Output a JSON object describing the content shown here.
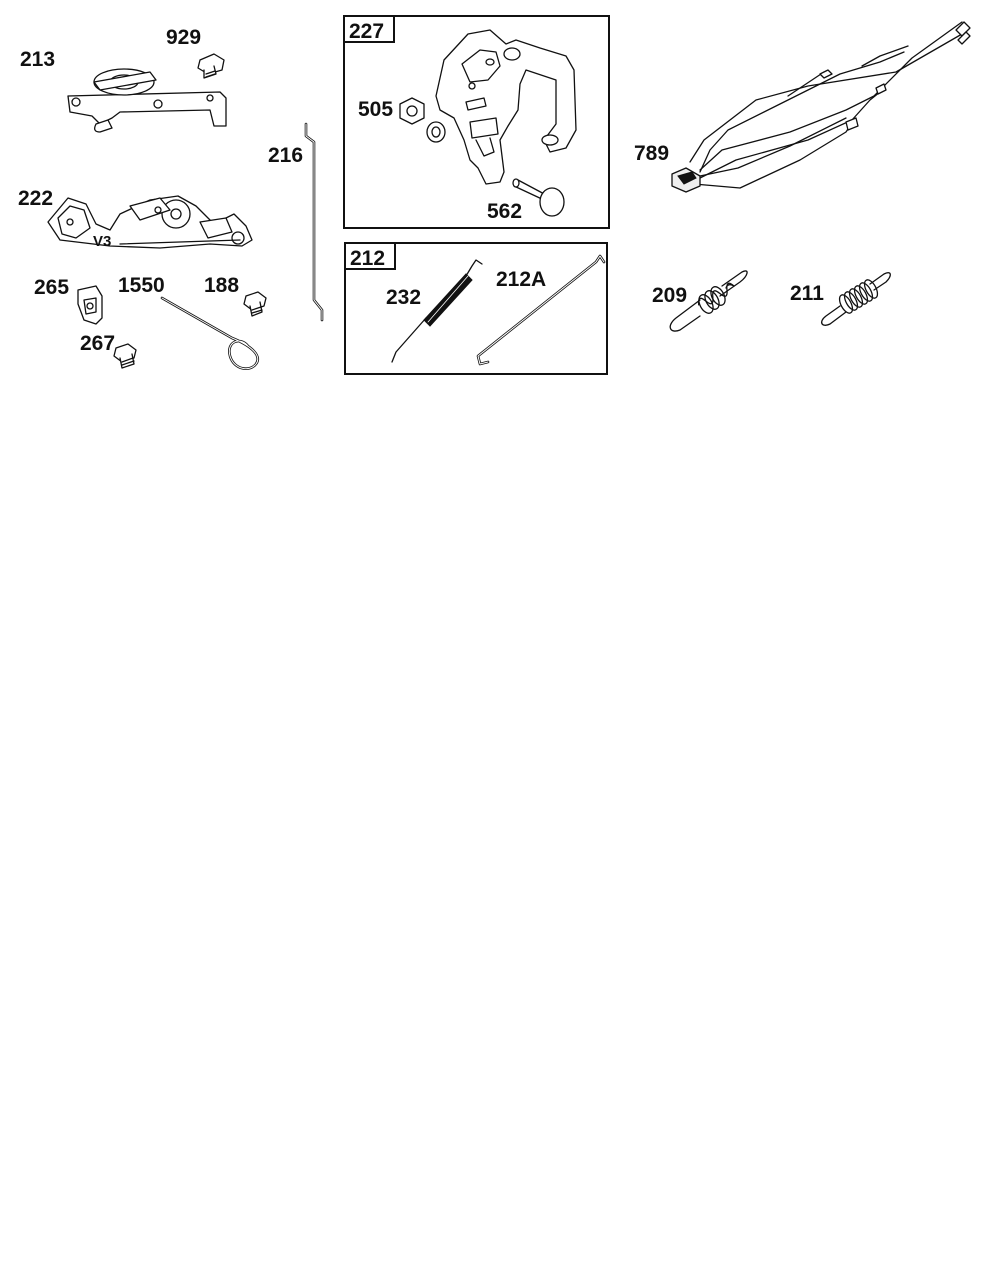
{
  "callouts": {
    "p213": "213",
    "p929": "929",
    "p216": "216",
    "p222": "222",
    "p265": "265",
    "p1550": "1550",
    "p188": "188",
    "p267": "267",
    "p505": "505",
    "p562": "562",
    "p232": "232",
    "p212a": "212A",
    "p789": "789",
    "p209": "209",
    "p211": "211"
  },
  "boxes": {
    "box227": {
      "label": "227"
    },
    "box212": {
      "label": "212"
    }
  },
  "part_marks": {
    "v3": "V3"
  }
}
